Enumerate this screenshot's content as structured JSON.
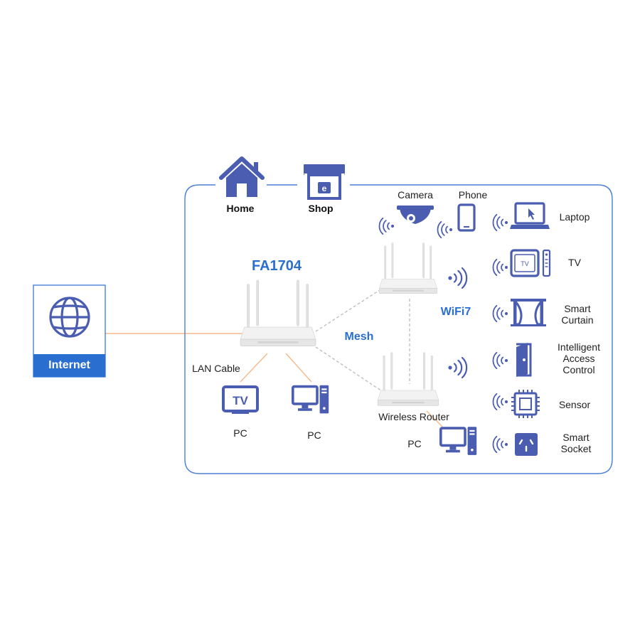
{
  "colors": {
    "accent": "#2a6fd0",
    "icon": "#4a5db0",
    "frame": "#4a7fd6",
    "cable": "#f5b98a",
    "mesh": "#bfbfbf",
    "internet_bar": "#2a6fd0"
  },
  "internet": {
    "label": "Internet",
    "icon": "globe-icon"
  },
  "locations": [
    {
      "label": "Home",
      "icon": "house-icon"
    },
    {
      "label": "Shop",
      "icon": "shop-icon"
    }
  ],
  "main_router": {
    "label": "FA1704"
  },
  "links": {
    "lan": "LAN Cable",
    "mesh": "Mesh",
    "wireless": "WiFi7"
  },
  "wireless_router": {
    "label": "Wireless Router"
  },
  "lan_devices": [
    {
      "label": "PC",
      "icon": "tv-icon"
    },
    {
      "label": "PC",
      "icon": "desktop-pc-icon"
    }
  ],
  "top_devices": [
    {
      "label": "Camera",
      "icon": "camera-icon"
    },
    {
      "label": "Phone",
      "icon": "phone-icon"
    }
  ],
  "router_pc": {
    "label": "PC",
    "icon": "desktop-pc-icon"
  },
  "smart_devices": [
    {
      "lines": [
        "Laptop"
      ],
      "icon": "laptop-icon"
    },
    {
      "lines": [
        "TV"
      ],
      "icon": "tv-remote-icon"
    },
    {
      "lines": [
        "Smart",
        "Curtain"
      ],
      "icon": "curtain-icon"
    },
    {
      "lines": [
        "Intelligent",
        "Access",
        "Control"
      ],
      "icon": "door-icon"
    },
    {
      "lines": [
        "Sensor"
      ],
      "icon": "chip-icon"
    },
    {
      "lines": [
        "Smart",
        "Socket"
      ],
      "icon": "socket-icon"
    }
  ]
}
